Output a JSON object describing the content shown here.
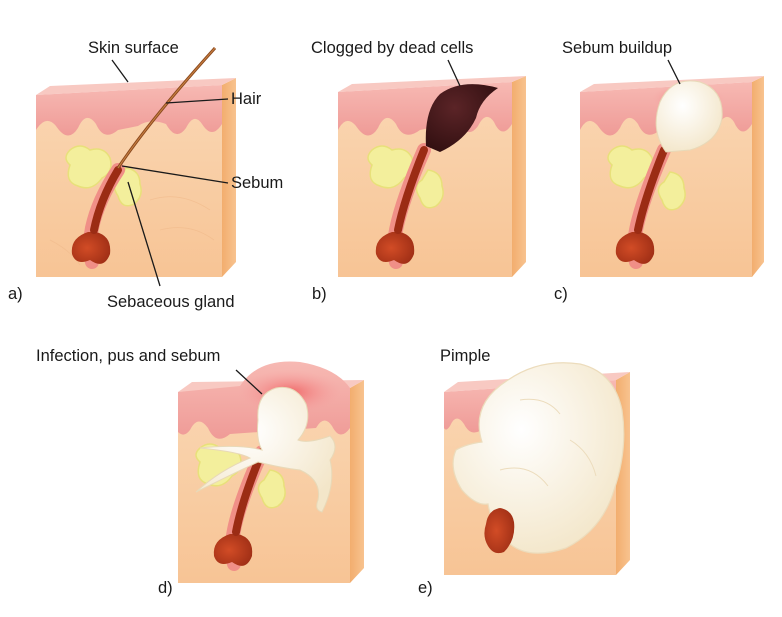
{
  "labels": {
    "skin_surface": "Skin surface",
    "hair": "Hair",
    "sebum": "Sebum",
    "sebaceous_gland": "Sebaceous gland",
    "clogged": "Clogged by dead cells",
    "sebum_buildup": "Sebum buildup",
    "infection": "Infection, pus and sebum",
    "pimple": "Pimple"
  },
  "panels": {
    "a": "a)",
    "b": "b)",
    "c": "c)",
    "d": "d)",
    "e": "e)"
  },
  "colors": {
    "epidermis": "#f3a9a3",
    "dermis": "#f9cfa6",
    "side": "#f4b57a",
    "follicle": "#b8391d",
    "gland": "#f3ef9c",
    "sebum_plug": "#fbf5e3",
    "dead_cells": "#3d1516",
    "inflammation": "#f08080"
  }
}
